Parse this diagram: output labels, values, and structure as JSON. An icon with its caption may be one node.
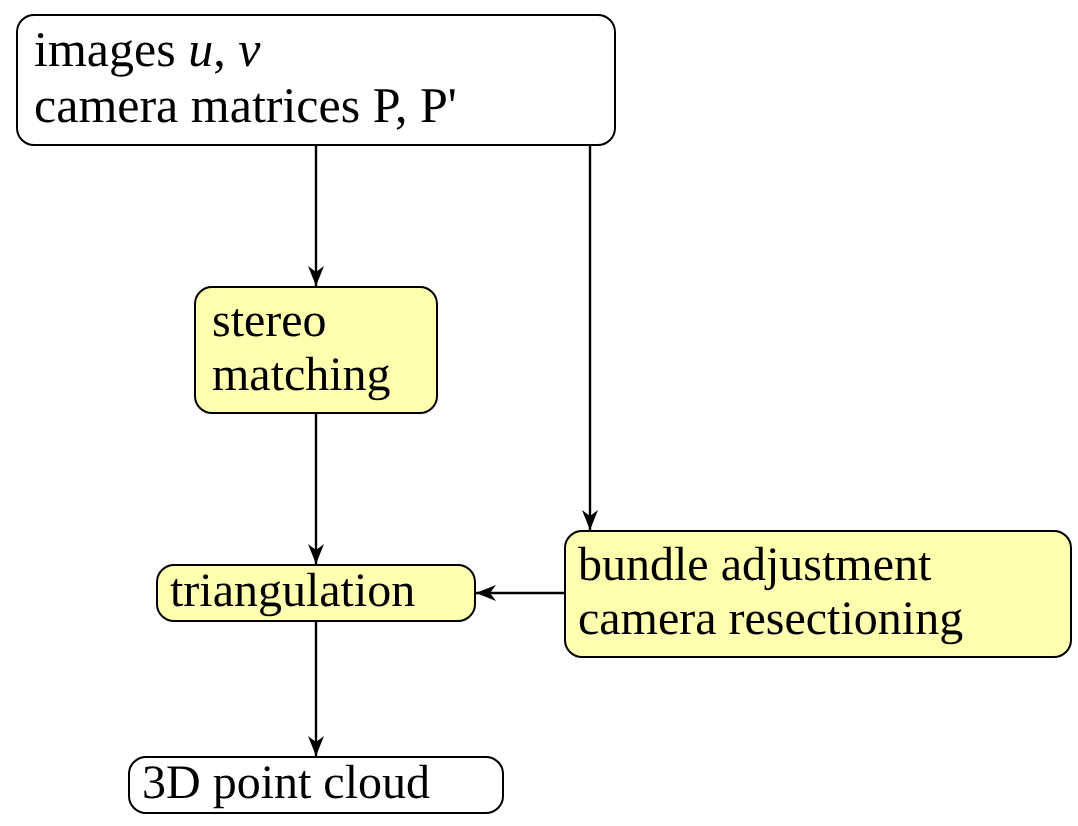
{
  "diagram": {
    "nodes": [
      {
        "text": [
          "images *u*, *v*",
          "camera matrices P, P'"
        ]
      },
      {
        "text": [
          "stereo matching"
        ]
      },
      {
        "text": [
          "triangulation"
        ]
      },
      {
        "text": [
          "bundle adjustment camera resectioning"
        ]
      },
      {
        "text": [
          "3D point cloud"
        ]
      }
    ],
    "edges": [
      {
        "from": 0,
        "to": 1,
        "arrow": "to"
      },
      {
        "from": 1,
        "to": 2,
        "arrow": "to"
      },
      {
        "from": 0,
        "to": 3,
        "arrow": "to"
      },
      {
        "from": 3,
        "to": 2,
        "arrow": "to"
      },
      {
        "from": 2,
        "to": 4,
        "arrow": "to"
      }
    ]
  }
}
